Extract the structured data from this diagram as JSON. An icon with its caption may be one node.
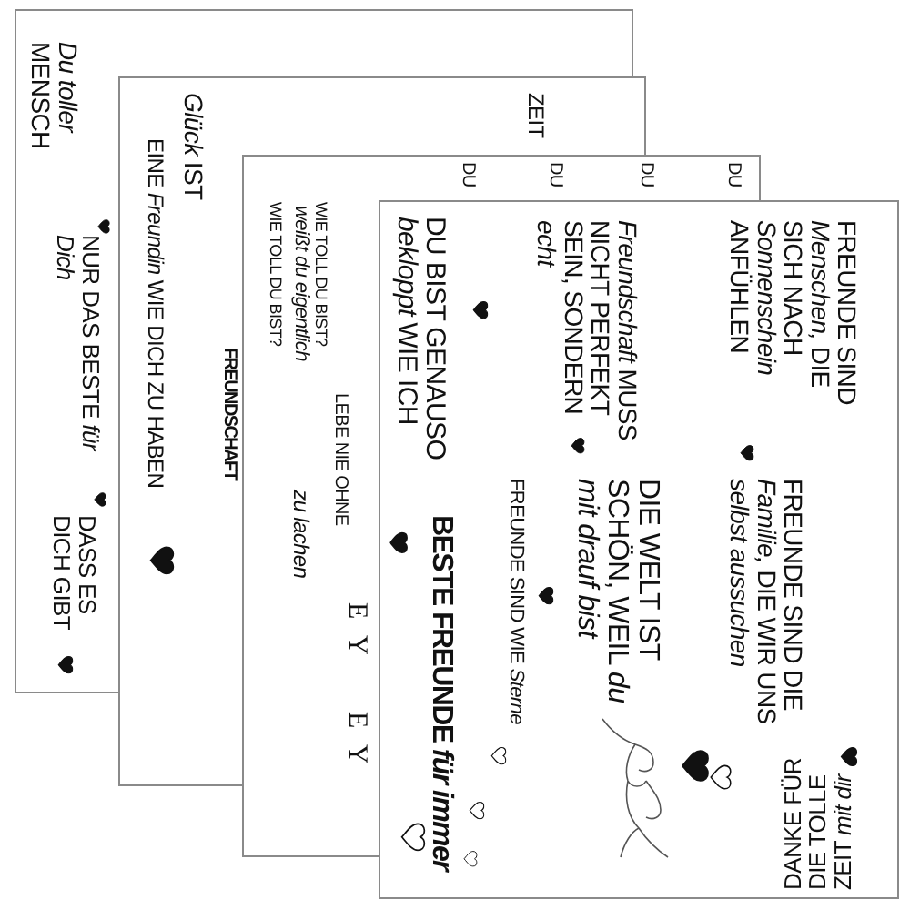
{
  "diagram": {
    "labels": [
      "*Du toller* MENSCH",
      "NUR DAS BESTE *für Dich*",
      "DASS ES DICH GIBT",
      "ZEIT",
      "*Glück* IST",
      "EINE *Freundin* WIE DICH ZU HABEN",
      "FREUNDSCHAFT",
      "DU",
      "DU",
      "DU",
      "DU",
      "WIE TOLL DU BIST?",
      "*weißt du eigentlich*",
      "*zu lachen*",
      "LEBE NIE OHNE",
      "WIE TOLL DU BIST?",
      "E",
      "Y",
      "E",
      "Y",
      "FREUNDE SIND *Menschen,* DIE SICH NACH *Sonnenschein* ANFÜHLEN",
      "*Freundschaft* MUSS NICHT PERFEKT SEIN, SONDERN *echt*",
      "DU BIST GENAUSO *bekloppt* WIE ICH",
      "FREUNDE SIND DIE *Familie,* DIE WIR UNS *selbst aussuchen*",
      "DIE WELT IST SCHÖN, WEIL *du mit drauf bist*",
      "FREUNDE SIND WIE *Sterne*",
      "BESTE FREUNDE *für immer*",
      "DANKE FÜR DIE TOLLE ZEIT *mit dir*"
    ]
  }
}
